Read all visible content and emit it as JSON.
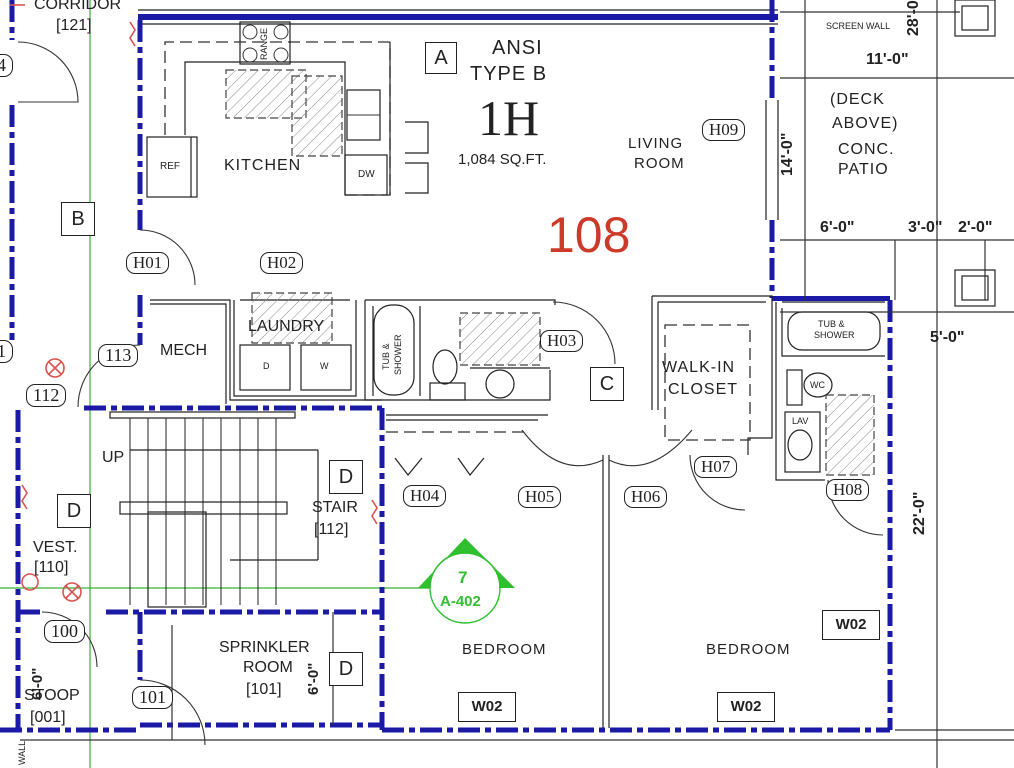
{
  "unit": {
    "type_line1": "ANSI",
    "type_line2": "TYPE B",
    "unit_code": "1H",
    "area": "1,084 SQ.FT.",
    "number": "108",
    "number_color": "#cc3a2a"
  },
  "rooms": {
    "corridor": {
      "name": "CORRIDOR",
      "number": "[121]"
    },
    "kitchen": {
      "name": "KITCHEN"
    },
    "living": {
      "line1": "LIVING",
      "line2": "ROOM"
    },
    "mech": {
      "name": "MECH"
    },
    "laundry": {
      "name": "LAUNDRY"
    },
    "walkin": {
      "line1": "WALK-IN",
      "line2": "CLOSET"
    },
    "stair": {
      "name": "STAIR",
      "number": "[112]"
    },
    "vest": {
      "name": "VEST.",
      "number": "[110]"
    },
    "stoop": {
      "name": "STOOP",
      "number": "[001]"
    },
    "sprinkler": {
      "line1": "SPRINKLER",
      "line2": "ROOM",
      "number": "[101]"
    },
    "bedroom1": {
      "name": "BEDROOM"
    },
    "bedroom2": {
      "name": "BEDROOM"
    },
    "patio": {
      "line1": "(DECK",
      "line2": "ABOVE)",
      "line3": "CONC.",
      "line4": "PATIO"
    }
  },
  "fixtures": {
    "ref": "REF",
    "range": "RANGE",
    "dw": "DW",
    "dryer": "D",
    "washer": "W",
    "tub1": "TUB &",
    "tub1b": "SHOWER",
    "tub2": "TUB &",
    "tub2b": "SHOWER",
    "wc": "WC",
    "lav": "LAV",
    "up": "UP",
    "screen_wall": "SCREEN WALL",
    "wall": "WALL"
  },
  "door_tags": [
    "H01",
    "H02",
    "H03",
    "H04",
    "H05",
    "H06",
    "H07",
    "H08",
    "H09"
  ],
  "door_numbers": {
    "d113": "113",
    "d112": "112",
    "d100": "100",
    "d101": "101",
    "d4": "4",
    "d1": "1"
  },
  "window_tags": {
    "w1": "W02",
    "w2": "W02",
    "w3": "W02"
  },
  "wall_type_tags": {
    "a": "A",
    "b": "B",
    "c": "C",
    "d1": "D",
    "d2": "D",
    "d3": "D"
  },
  "dimensions": {
    "d28": "28'-0\"",
    "d11": "11'-0\"",
    "d14": "14'-0\"",
    "d6": "6'-0\"",
    "d3": "3'-0\"",
    "d2": "2'-0\"",
    "d5": "5'-0\"",
    "d22": "22'-0\"",
    "d6a": "6'-0\"",
    "d6b": "6'-0\""
  },
  "section_marker": {
    "number": "7",
    "sheet": "A-402",
    "color": "#2fbf2f"
  },
  "colors": {
    "wall": "#1a1aa6",
    "grid": "#34b234",
    "red_symbols": "#d9534f"
  }
}
